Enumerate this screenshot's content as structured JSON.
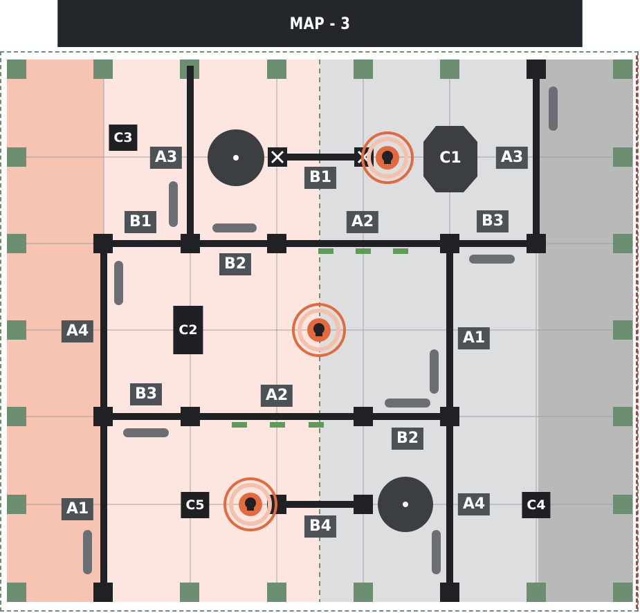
{
  "header": {
    "title": "MAP - 3"
  },
  "colors": {
    "header_bg": "#23262b",
    "zone_orange_strong": "#f7c3b2",
    "zone_orange_light": "#fce6df",
    "zone_grey_light": "#dcdee0",
    "zone_grey_strong": "#b9b9b9",
    "wall": "#1f2124",
    "label_bg": "#4d5257",
    "label_dark_bg": "#1e2023",
    "marker_green": "#6b8f70",
    "spawn_ring": "#e26a3d"
  },
  "labels": [
    {
      "id": "c3",
      "text": "C3",
      "kind": "dark"
    },
    {
      "id": "a3-left",
      "text": "A3",
      "kind": "grey"
    },
    {
      "id": "b1-top",
      "text": "B1",
      "kind": "grey"
    },
    {
      "id": "c1",
      "text": "C1",
      "kind": "ring"
    },
    {
      "id": "a3-right",
      "text": "A3",
      "kind": "grey"
    },
    {
      "id": "b1-left",
      "text": "B1",
      "kind": "grey"
    },
    {
      "id": "a2-top",
      "text": "A2",
      "kind": "grey"
    },
    {
      "id": "b3-right",
      "text": "B3",
      "kind": "grey"
    },
    {
      "id": "b2-top",
      "text": "B2",
      "kind": "grey"
    },
    {
      "id": "a4-left",
      "text": "A4",
      "kind": "grey"
    },
    {
      "id": "c2",
      "text": "C2",
      "kind": "dark"
    },
    {
      "id": "a1-right",
      "text": "A1",
      "kind": "grey"
    },
    {
      "id": "b3-left",
      "text": "B3",
      "kind": "grey"
    },
    {
      "id": "a2-mid",
      "text": "A2",
      "kind": "grey"
    },
    {
      "id": "b2-right",
      "text": "B2",
      "kind": "grey"
    },
    {
      "id": "a1-left",
      "text": "A1",
      "kind": "grey"
    },
    {
      "id": "c5",
      "text": "C5",
      "kind": "dark"
    },
    {
      "id": "b4",
      "text": "B4",
      "kind": "grey"
    },
    {
      "id": "a4-right",
      "text": "A4",
      "kind": "grey"
    },
    {
      "id": "c4",
      "text": "C4",
      "kind": "dark"
    }
  ],
  "icons": {
    "spawn": "skull-icon",
    "objective": "target-disc-icon",
    "door": "x-mark-icon"
  }
}
